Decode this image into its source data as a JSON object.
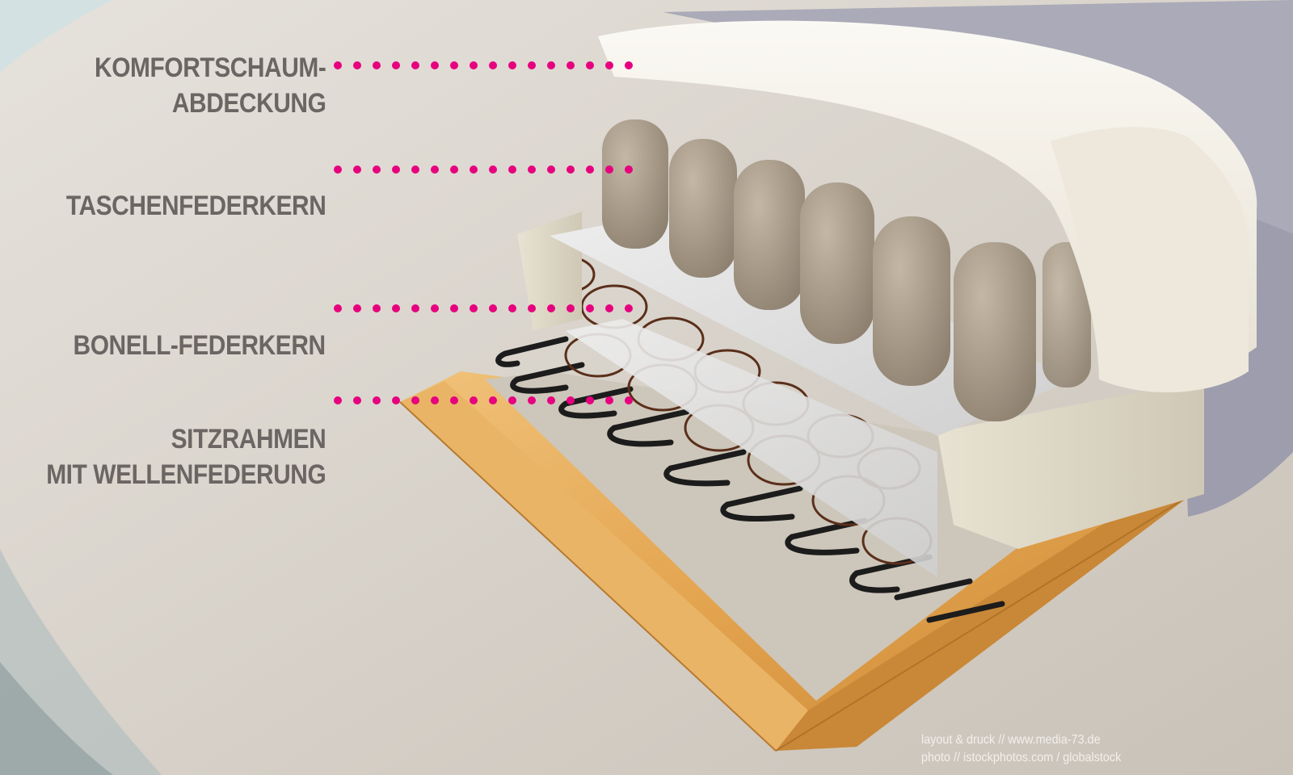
{
  "labels": [
    {
      "lines": [
        "KOMFORTSCHAUM-",
        "ABDECKUNG"
      ]
    },
    {
      "lines": [
        "TASCHENFEDERKERN"
      ]
    },
    {
      "lines": [
        "BONELL-FEDERKERN"
      ]
    },
    {
      "lines": [
        "SITZRAHMEN",
        "MIT WELLENFEDERUNG"
      ]
    }
  ],
  "credits": {
    "line1": "layout & druck // www.media-73.de",
    "line2": "photo // istockphotos.com / globalstock"
  },
  "colors": {
    "leader_dots": "#e6007e",
    "label_text": "#6b6663",
    "background": "#d6d0c8",
    "credits_text": "#f2f0ec"
  },
  "icons": [
    "sofa-cross-section-illustration"
  ]
}
